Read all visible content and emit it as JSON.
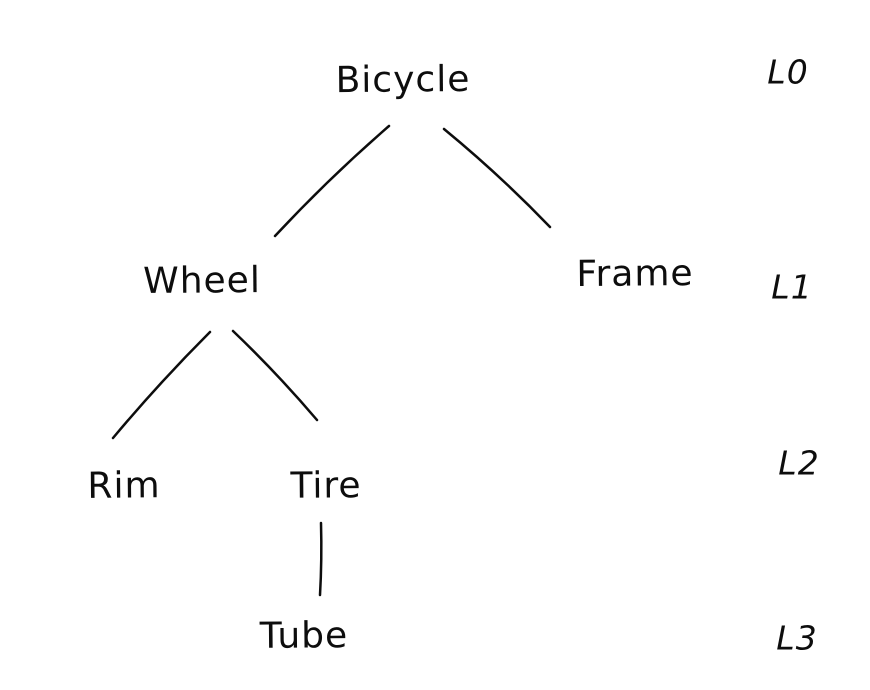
{
  "diagram": {
    "type": "tree",
    "style": "hand-drawn",
    "colors": {
      "ink": "#0d0d0d",
      "background": "#ffffff"
    },
    "nodes": {
      "bicycle": {
        "label": "Bicycle",
        "level": "L0"
      },
      "wheel": {
        "label": "Wheel",
        "level": "L1",
        "parent": "Bicycle"
      },
      "frame": {
        "label": "Frame",
        "level": "L1",
        "parent": "Bicycle"
      },
      "rim": {
        "label": "Rim",
        "level": "L2",
        "parent": "Wheel"
      },
      "tire": {
        "label": "Tire",
        "level": "L2",
        "parent": "Wheel"
      },
      "tube": {
        "label": "Tube",
        "level": "L3",
        "parent": "Tire"
      }
    },
    "edges": [
      {
        "from": "Bicycle",
        "to": "Wheel"
      },
      {
        "from": "Bicycle",
        "to": "Frame"
      },
      {
        "from": "Wheel",
        "to": "Rim"
      },
      {
        "from": "Wheel",
        "to": "Tire"
      },
      {
        "from": "Tire",
        "to": "Tube"
      }
    ],
    "level_labels": {
      "l0": "L0",
      "l1": "L1",
      "l2": "L2",
      "l3": "L3"
    }
  }
}
